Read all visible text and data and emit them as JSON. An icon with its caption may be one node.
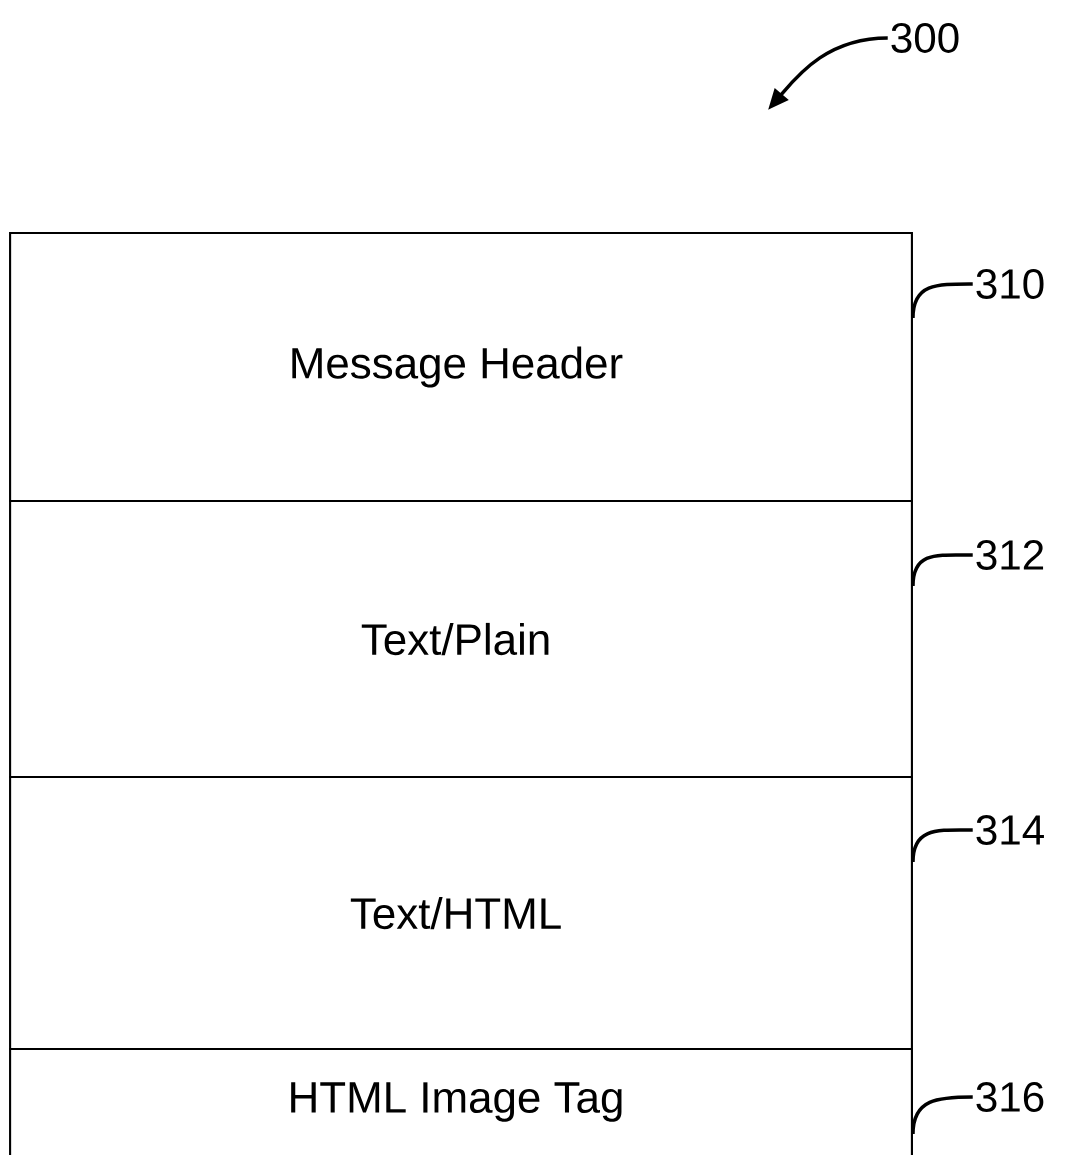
{
  "diagram": {
    "nodes": [
      {
        "text": [
          "Message Header"
        ]
      },
      {
        "text": [
          "Text/Plain"
        ]
      },
      {
        "text": [
          "Text/HTML"
        ]
      },
      {
        "text": [
          "HTML Image Tag"
        ]
      },
      {
        "text": [
          "310"
        ]
      },
      {
        "text": [
          "312"
        ]
      },
      {
        "text": [
          "314"
        ]
      },
      {
        "text": [
          "316"
        ]
      },
      {
        "text": [
          "300"
        ]
      }
    ],
    "edges": [
      {
        "from": 4,
        "to": 0,
        "arrow": "none"
      },
      {
        "from": 5,
        "to": 1,
        "arrow": "none"
      },
      {
        "from": 6,
        "to": 2,
        "arrow": "none"
      },
      {
        "from": 7,
        "to": 3,
        "arrow": "none"
      },
      {
        "from": 8,
        "to": null,
        "arrow": "to"
      }
    ]
  }
}
